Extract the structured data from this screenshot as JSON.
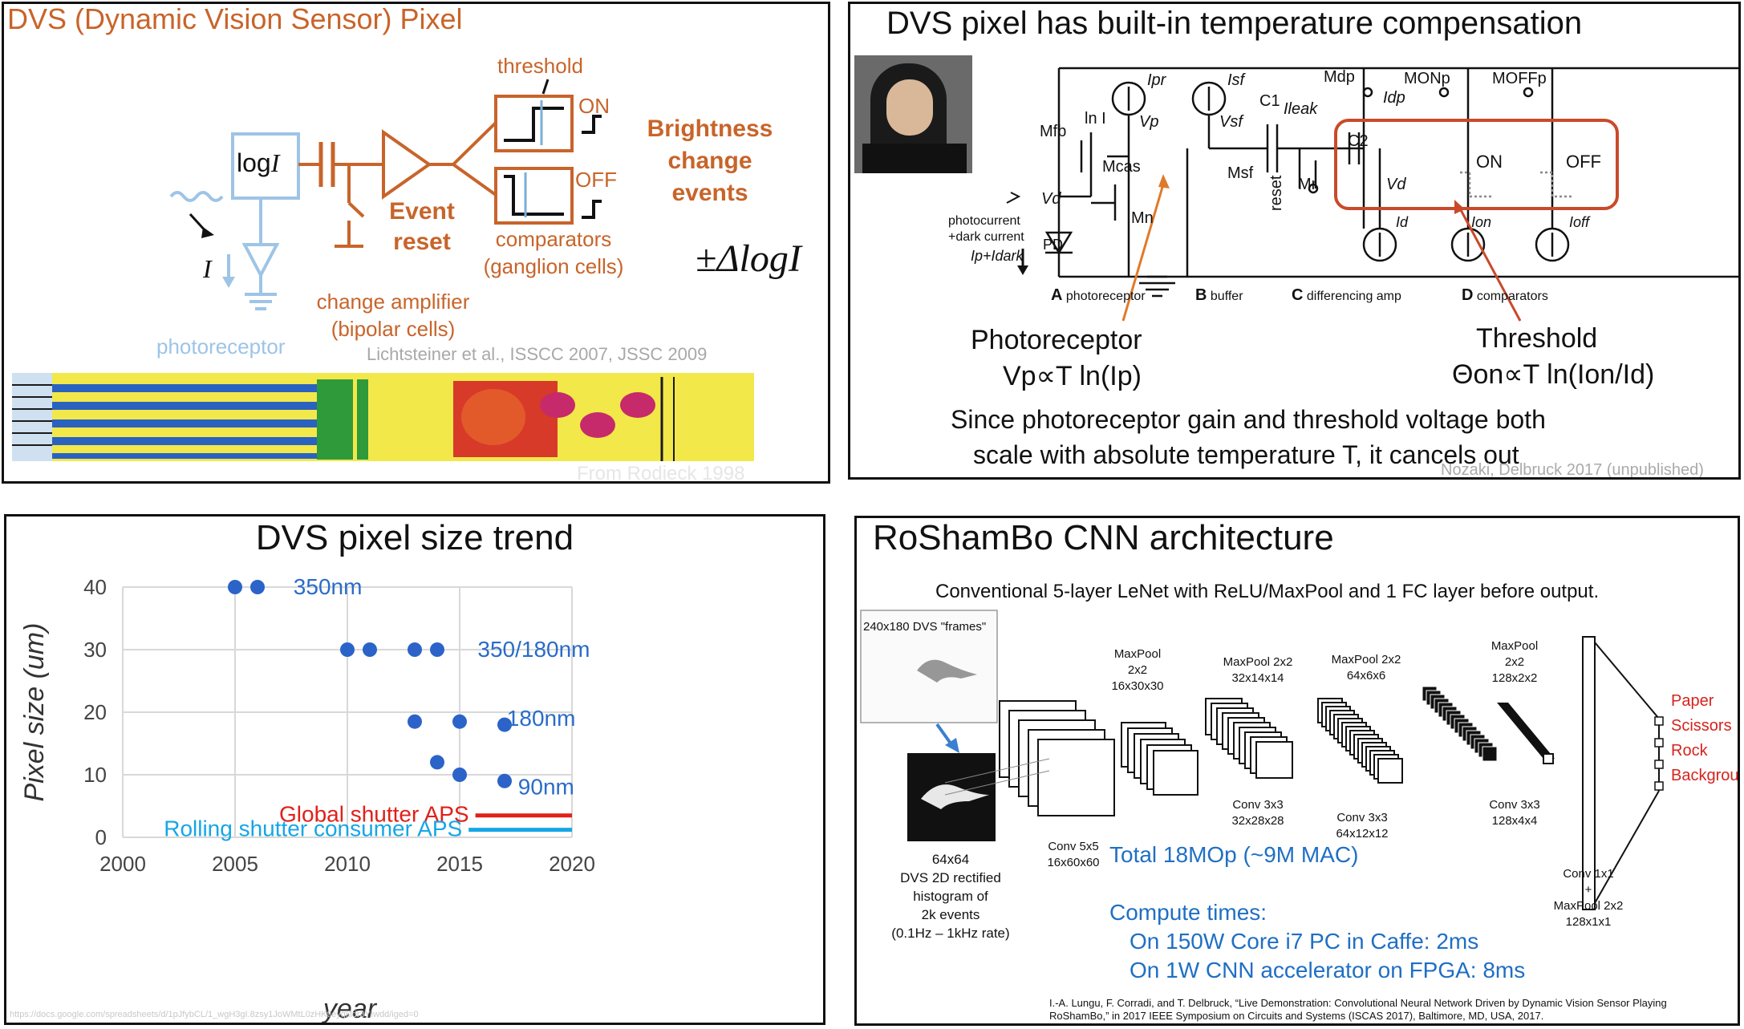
{
  "panel1": {
    "title": "DVS (Dynamic Vision Sensor) Pixel",
    "log_label": "log",
    "log_symbol": "I",
    "threshold_label": "threshold",
    "on_label": "ON",
    "off_label": "OFF",
    "brightness_label": "Brightness change events",
    "event_reset_label": "Event reset",
    "comparators_label": "comparators (ganglion cells)",
    "current_label": "I",
    "change_amp_label": "change amplifier (bipolar cells)",
    "photoreceptor_label": "photoreceptor",
    "delta_label": "±ΔlogI",
    "citation": "Lichtsteiner et al., ISSCC 2007, JSSC 2009",
    "retina_credit": "From Rodieck 1998",
    "colors": {
      "orange": "#c8642a",
      "light_blue": "#9ec4e6"
    }
  },
  "panel2": {
    "title": "DVS pixel has built-in temperature compensation",
    "photoreceptor_heading": "Photoreceptor",
    "photoreceptor_formula": "Vp∝T ln(Ip)",
    "threshold_heading": "Threshold",
    "threshold_formula": "Θon∝T ln(Ion/Id)",
    "conclusion_line1": "Since photoreceptor gain and threshold voltage both",
    "conclusion_line2": "scale with absolute temperature T, it cancels out",
    "credit": "Nozaki, Delbruck 2017 (unpublished)",
    "circuit_labels": {
      "photocurrent": "photocurrent",
      "dark_current": "+dark current",
      "ip_idark": "Ip+Idark",
      "pd": "PD",
      "mfb": "Mfb",
      "ln_i": "ln I",
      "ipr": "Ipr",
      "vp": "Vp",
      "mcas": "Mcas",
      "mn": "Mn",
      "vd": "Vd",
      "isf": "Isf",
      "vsf": "Vsf",
      "msf": "Msf",
      "c1": "C1",
      "ileak": "Ileak",
      "reset": "reset",
      "mr": "Mr",
      "mdp": "Mdp",
      "idp": "Idp",
      "monp": "MONp",
      "moffp": "MOFFp",
      "c2": "C2",
      "vd2": "Vd",
      "on": "ON",
      "off": "OFF",
      "id": "Id",
      "ion": "Ion",
      "ioff": "Ioff",
      "section_a_letter": "A",
      "section_a": "photoreceptor",
      "section_b_letter": "B",
      "section_b": "buffer",
      "section_c_letter": "C",
      "section_c": "differencing amp",
      "section_d_letter": "D",
      "section_d": "comparators"
    },
    "colors": {
      "orange": "#e07a2a",
      "red_box": "#c94a2a",
      "blue": "#1f6fc4"
    }
  },
  "panel3": {
    "source_url": "https://docs.google.com/spreadsheets/d/1pJfybCL/1_wgH3gI.8zsy1JoWMtL0zHKtleygkldr3YIwdd/iged=0"
  },
  "panel4": {
    "title": "RoShamBo CNN architecture",
    "subtitle": "Conventional 5-layer LeNet with ReLU/MaxPool and 1 FC layer before output.",
    "frames_label": "240x180 DVS \"frames\"",
    "input_desc": [
      "64x64",
      "DVS 2D rectified",
      "histogram of",
      "2k events",
      "(0.1Hz – 1kHz rate)"
    ],
    "layers": [
      {
        "top": [
          "MaxPool",
          "2x2",
          "16x30x30"
        ],
        "bottom": [
          "Conv 5x5",
          "16x60x60"
        ]
      },
      {
        "top": [
          "MaxPool 2x2",
          "32x14x14"
        ],
        "bottom": [
          "Conv 3x3",
          "32x28x28"
        ]
      },
      {
        "top": [
          "MaxPool 2x2",
          "64x6x6"
        ],
        "bottom": [
          "Conv 3x3",
          "64x12x12"
        ]
      },
      {
        "top": [
          "MaxPool",
          "2x2",
          "128x2x2"
        ],
        "bottom": [
          "Conv 3x3",
          "128x4x4"
        ]
      }
    ],
    "fc_desc": [
      "Conv 1x1",
      "+",
      "MaxPool 2x2",
      "128x1x1"
    ],
    "outputs": [
      "Paper",
      "Scissors",
      "Rock",
      "Background"
    ],
    "total_ops": "Total 18MOp (~9M MAC)",
    "compute_heading": "Compute times:",
    "compute_lines": [
      "On 150W Core i7 PC in Caffe: 2ms",
      "On 1W CNN accelerator on FPGA: 8ms"
    ],
    "citation_line1": "I.-A. Lungu, F. Corradi, and T. Delbruck, “Live Demonstration: Convolutional Neural Network Driven by Dynamic Vision Sensor Playing",
    "citation_line2": "RoShamBo,” in 2017 IEEE Symposium on Circuits and Systems (ISCAS 2017), Baltimore, MD, USA, 2017.",
    "colors": {
      "blue": "#1f6fc4",
      "red": "#d6231e"
    }
  },
  "chart_data": {
    "type": "scatter",
    "title": "DVS pixel size trend",
    "xlabel": "year",
    "ylabel": "Pixel size (um)",
    "xlim": [
      2000,
      2020
    ],
    "ylim": [
      0,
      40
    ],
    "xticks": [
      2000,
      2005,
      2010,
      2015,
      2020
    ],
    "yticks": [
      0,
      10,
      20,
      30,
      40
    ],
    "grid": true,
    "point_color": "#2b63c9",
    "points": [
      {
        "x": 2005,
        "y": 40
      },
      {
        "x": 2006,
        "y": 40
      },
      {
        "x": 2010,
        "y": 30
      },
      {
        "x": 2011,
        "y": 30
      },
      {
        "x": 2013,
        "y": 30
      },
      {
        "x": 2014,
        "y": 30
      },
      {
        "x": 2013,
        "y": 18.5
      },
      {
        "x": 2015,
        "y": 18.5
      },
      {
        "x": 2017,
        "y": 18
      },
      {
        "x": 2014,
        "y": 12
      },
      {
        "x": 2015,
        "y": 10
      },
      {
        "x": 2017,
        "y": 9
      }
    ],
    "annotations": [
      {
        "text": "350nm",
        "x": 2007.6,
        "y": 40
      },
      {
        "text": "350/180nm",
        "x": 2015.8,
        "y": 30
      },
      {
        "text": "180nm",
        "x": 2017.1,
        "y": 19
      },
      {
        "text": "90nm",
        "x": 2017.6,
        "y": 8
      }
    ],
    "reference_lines": [
      {
        "name": "Global shutter APS",
        "x": [
          2015.7,
          2020
        ],
        "y": 3.5,
        "color": "#e0201a"
      },
      {
        "name": "Rolling shutter consumer APS",
        "x": [
          2015.4,
          2020
        ],
        "y": 1.2,
        "color": "#15a6e6"
      }
    ]
  }
}
